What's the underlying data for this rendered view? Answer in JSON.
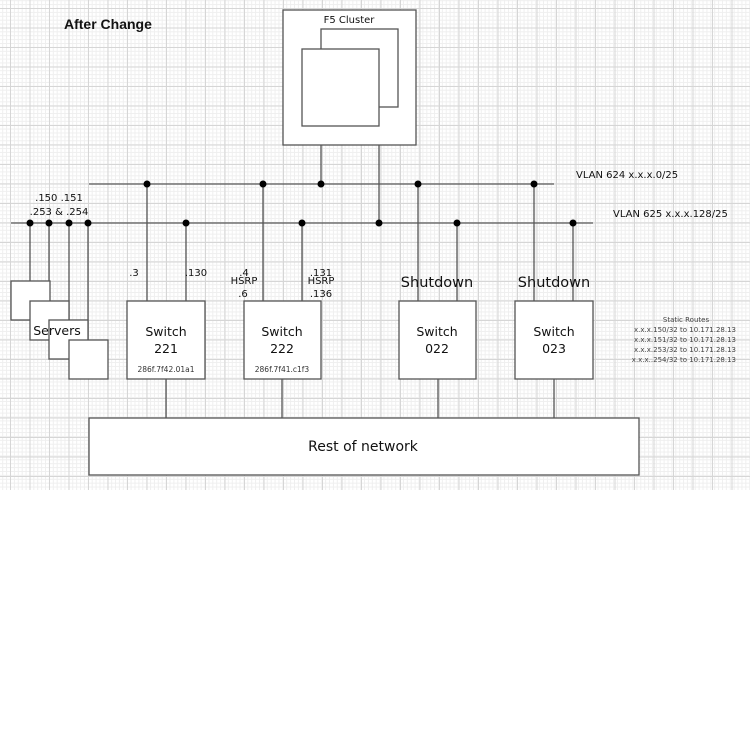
{
  "title": "After Change",
  "f5": {
    "label": "F5 Cluster"
  },
  "vlans": [
    {
      "id": "vlan-624",
      "label": "VLAN 624  x.x.x.0/25"
    },
    {
      "id": "vlan-625",
      "label": "VLAN 625 x.x.x.128/25"
    }
  ],
  "servers": {
    "label": "Servers",
    "ip_line1": ".150 .151",
    "ip_line2": ".253 & .254"
  },
  "switches": [
    {
      "id": "221",
      "name_line1": "Switch",
      "name_line2": "221",
      "mac": "286f.7f42.01a1",
      "left_ip": ".3",
      "right_ip": ".130",
      "status": ""
    },
    {
      "id": "222",
      "name_line1": "Switch",
      "name_line2": "222",
      "mac": "286f.7f41.c1f3",
      "left_ip": ".4",
      "left_hsrp": "HSRP",
      "left_ip2": ".6",
      "right_ip": ".131",
      "right_hsrp": "HSRP",
      "right_ip2": ".136",
      "status": ""
    },
    {
      "id": "022",
      "name_line1": "Switch",
      "name_line2": "022",
      "mac": "",
      "status": "Shutdown"
    },
    {
      "id": "023",
      "name_line1": "Switch",
      "name_line2": "023",
      "mac": "",
      "status": "Shutdown"
    }
  ],
  "static_routes": {
    "heading": "Static Routes",
    "routes": [
      "x.x.x.150/32 to 10.171.28.13",
      "x.x.x.151/32 to 10.171.28.13",
      "x.x.x.253/32 to 10.171.28.13",
      "x.x.x..254/32 to 10.171.28.13"
    ]
  },
  "rest_of_network": {
    "label": "Rest of network"
  }
}
